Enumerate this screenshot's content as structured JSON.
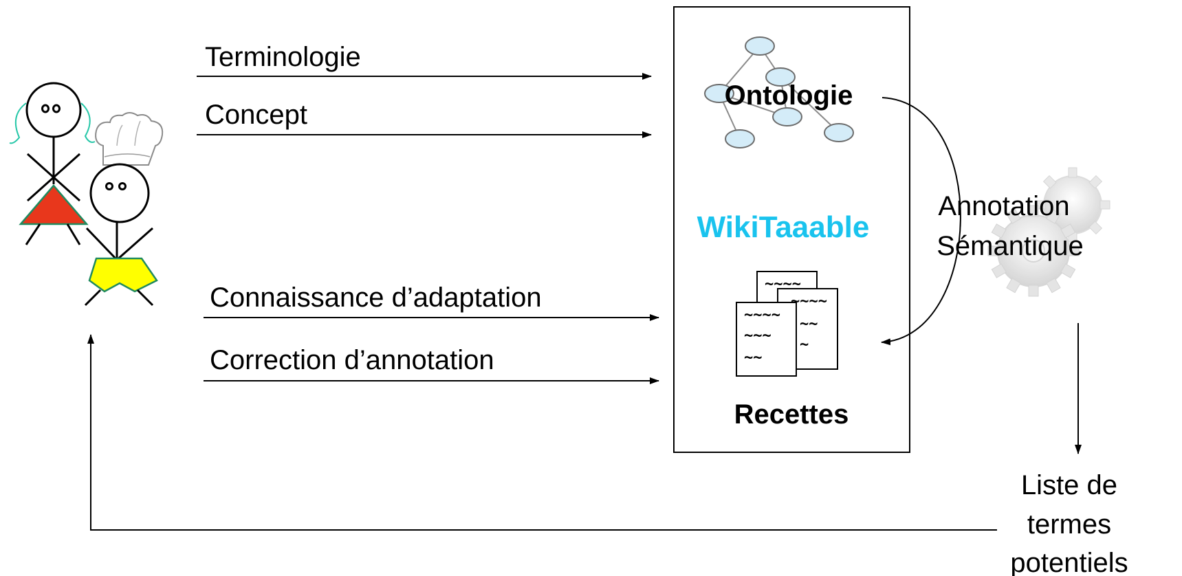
{
  "arrows_in": [
    {
      "label": "Terminologie"
    },
    {
      "label": "Concept"
    },
    {
      "label": "Connaissance d’adaptation"
    },
    {
      "label": "Correction d’annotation"
    }
  ],
  "wiki": {
    "ontology_label": "Ontologie",
    "title": "WikiTaaable",
    "recipes_label": "Recettes",
    "doc_lines": [
      "~~~~",
      "~~~~",
      "~~~~",
      "~~~",
      "~~",
      "~~",
      "~"
    ]
  },
  "process": {
    "line1": "Annotation",
    "line2": "Sémantique"
  },
  "output": {
    "line1": "Liste de",
    "line2": "termes",
    "line3": "potentiels"
  },
  "icons": [
    "woman-stick-figure-icon",
    "chef-stick-figure-icon",
    "chef-hat-icon",
    "gears-icon",
    "ontology-graph-icon",
    "documents-icon"
  ],
  "colors": {
    "wiki_title": "#19c3ee",
    "node_fill": "#d4ecf8",
    "dress": "#e8371c",
    "shorts": "#ffff00",
    "hair": "#26c7a8"
  }
}
